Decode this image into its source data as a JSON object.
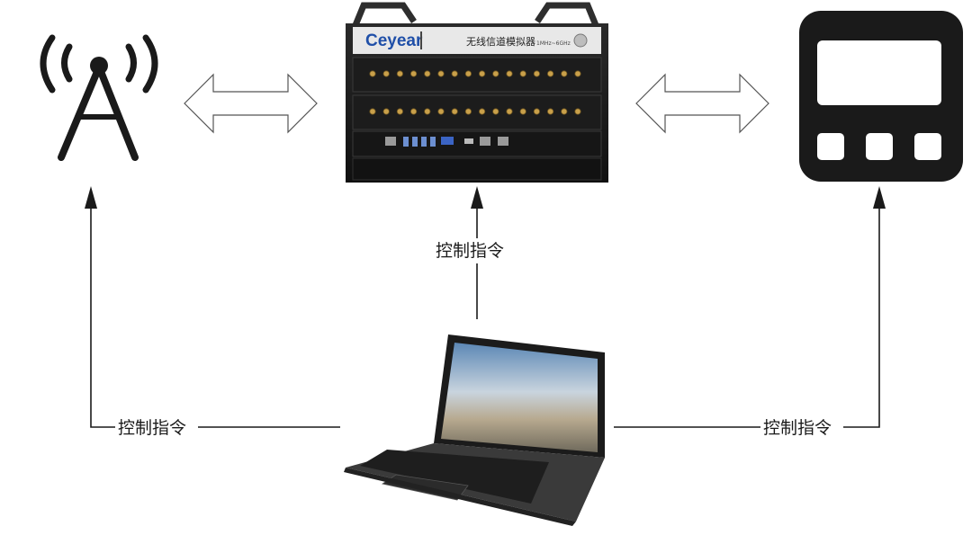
{
  "nodes": {
    "tower": {
      "icon": "cell-tower-icon"
    },
    "simulator": {
      "icon": "channel-simulator-device",
      "brand": "Ceyear",
      "model": "无线信道模拟器",
      "range": "1MHz~6GHz"
    },
    "terminal": {
      "icon": "terminal-device-icon"
    },
    "laptop": {
      "icon": "laptop-icon"
    }
  },
  "edges": {
    "left": {
      "label": "控制指令"
    },
    "center": {
      "label": "控制指令"
    },
    "right": {
      "label": "控制指令"
    }
  },
  "colors": {
    "line": "#1a1a1a",
    "icon": "#1a1a1a",
    "device": "#111111",
    "brand": "#1f4fa8"
  }
}
